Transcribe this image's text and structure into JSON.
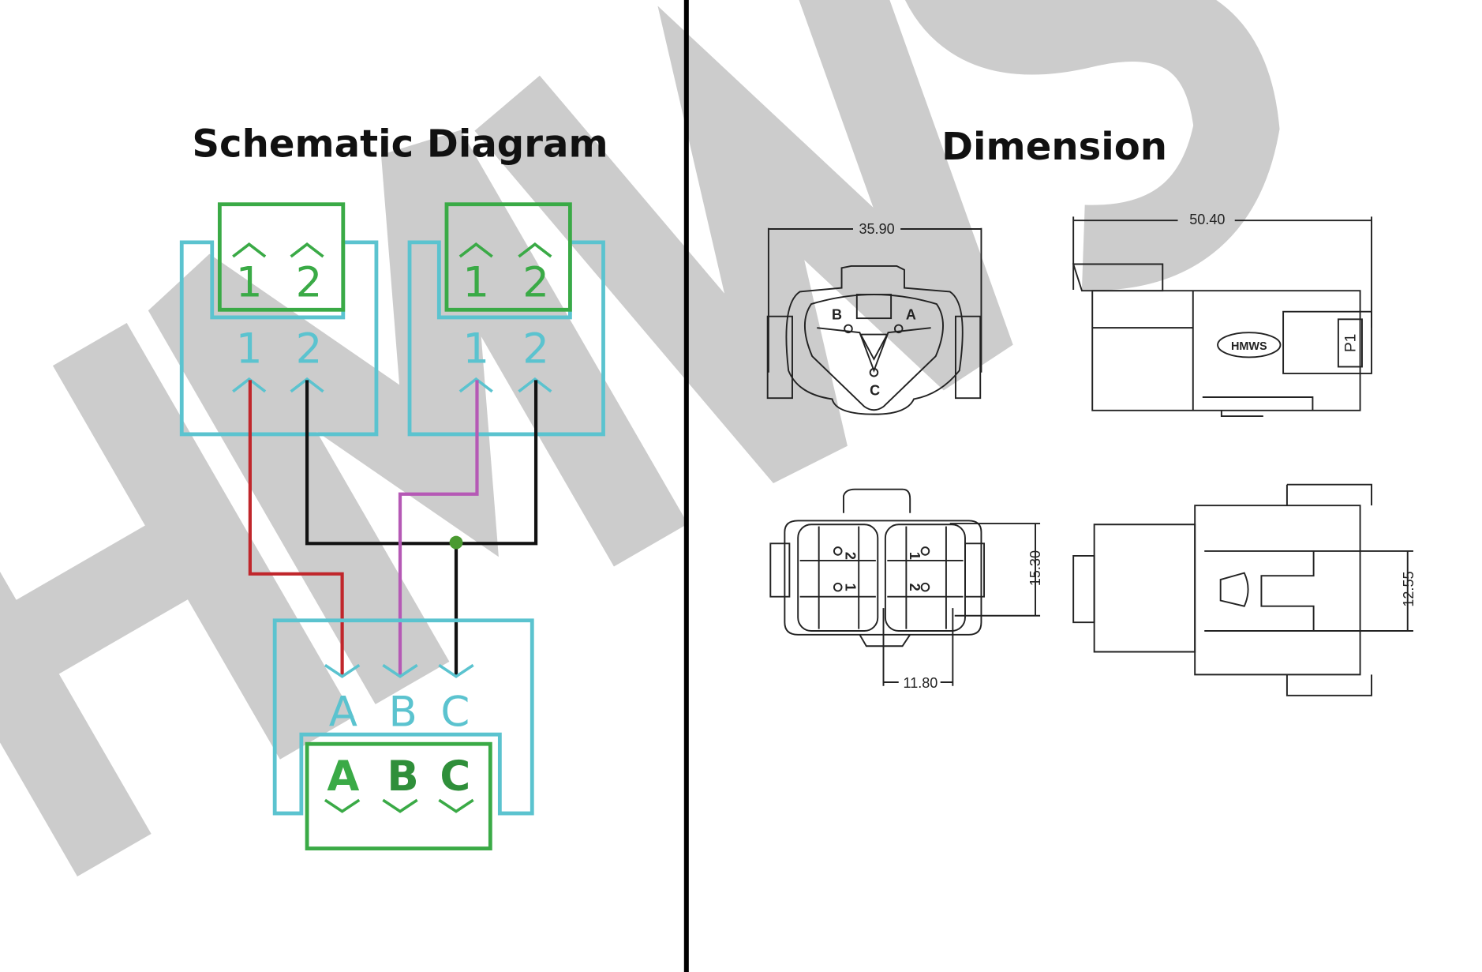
{
  "schematic": {
    "title": "Schematic Diagram",
    "top_connector_left": {
      "plug_pins": [
        "1",
        "2"
      ],
      "socket_pins": [
        "1",
        "2"
      ]
    },
    "top_connector_right": {
      "plug_pins": [
        "1",
        "2"
      ],
      "socket_pins": [
        "1",
        "2"
      ]
    },
    "bottom_connector": {
      "socket_pins": [
        "A",
        "B",
        "C"
      ],
      "plug_pins": [
        "A",
        "B",
        "C"
      ]
    },
    "colors": {
      "socket": "#5bc3cf",
      "plug": "#3aaa46",
      "wire_red": "#c0262b",
      "wire_black": "#111111",
      "wire_purple": "#b559b5",
      "junction": "#4a9a30"
    }
  },
  "dimension": {
    "title": "Dimension",
    "values": {
      "front_width": "35.90",
      "side_length": "50.40",
      "rear_height": "15.30",
      "pin_pitch": "11.80",
      "top_height": "12.55"
    },
    "front_view_pins": [
      "B",
      "A",
      "C"
    ],
    "rear_view_pins": [
      "2",
      "1",
      "1",
      "2"
    ],
    "side_logo": "HMWS",
    "side_marking": "P1"
  },
  "watermark": "HMWS"
}
